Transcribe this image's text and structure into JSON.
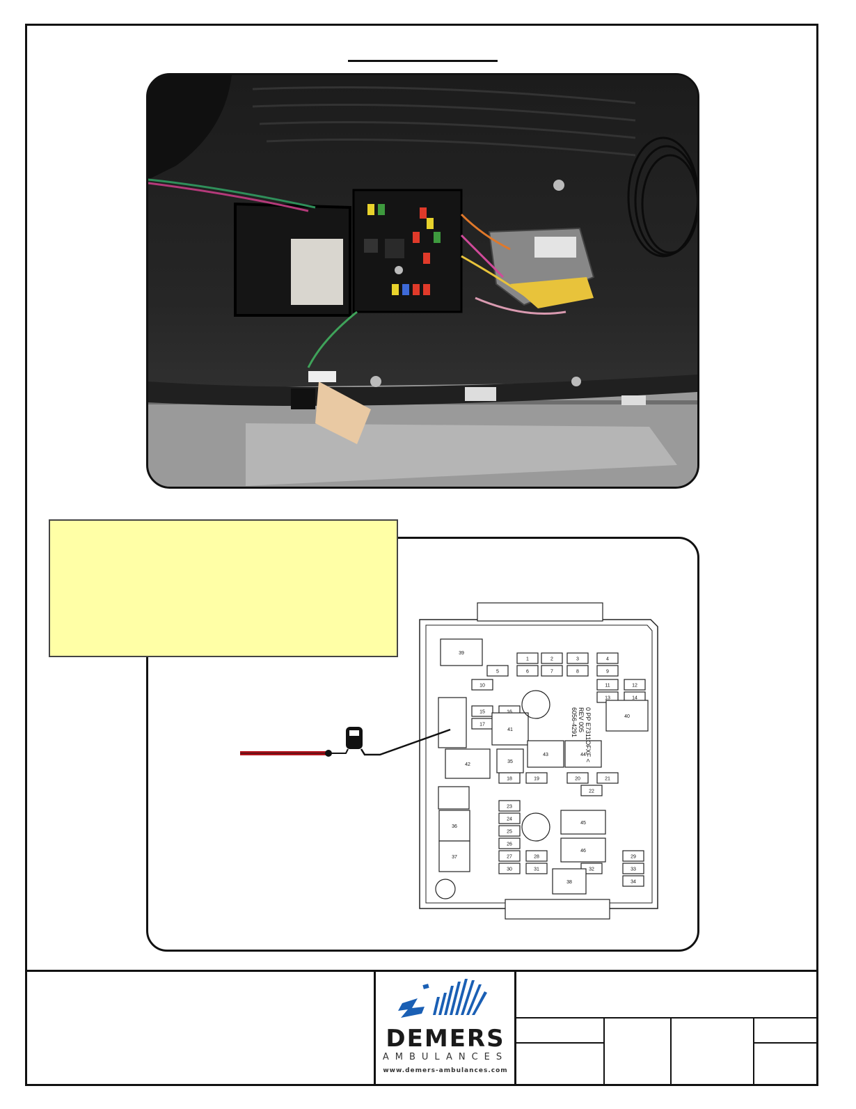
{
  "logo": {
    "brand": "DEMERS",
    "subtitle": "AMBULANCES",
    "website": "www.demers-ambulances.com",
    "brand_color": "#1a5fb4"
  },
  "fuse_box": {
    "relays": [
      "39",
      "40",
      "41",
      "42",
      "43",
      "44",
      "35",
      "45",
      "46",
      "36",
      "37",
      "38"
    ],
    "fuses": [
      "1",
      "2",
      "3",
      "4",
      "5",
      "6",
      "7",
      "8",
      "9",
      "10",
      "11",
      "12",
      "13",
      "14",
      "15",
      "16",
      "17",
      "18",
      "19",
      "20",
      "21",
      "22",
      "23",
      "24",
      "25",
      "26",
      "27",
      "28",
      "29",
      "30",
      "31",
      "32",
      "33",
      "34"
    ],
    "part_label": [
      "6056-4291",
      "REV 005",
      "0 PP E7311OFXF <"
    ]
  },
  "wire": {
    "color": "#b3121c"
  }
}
